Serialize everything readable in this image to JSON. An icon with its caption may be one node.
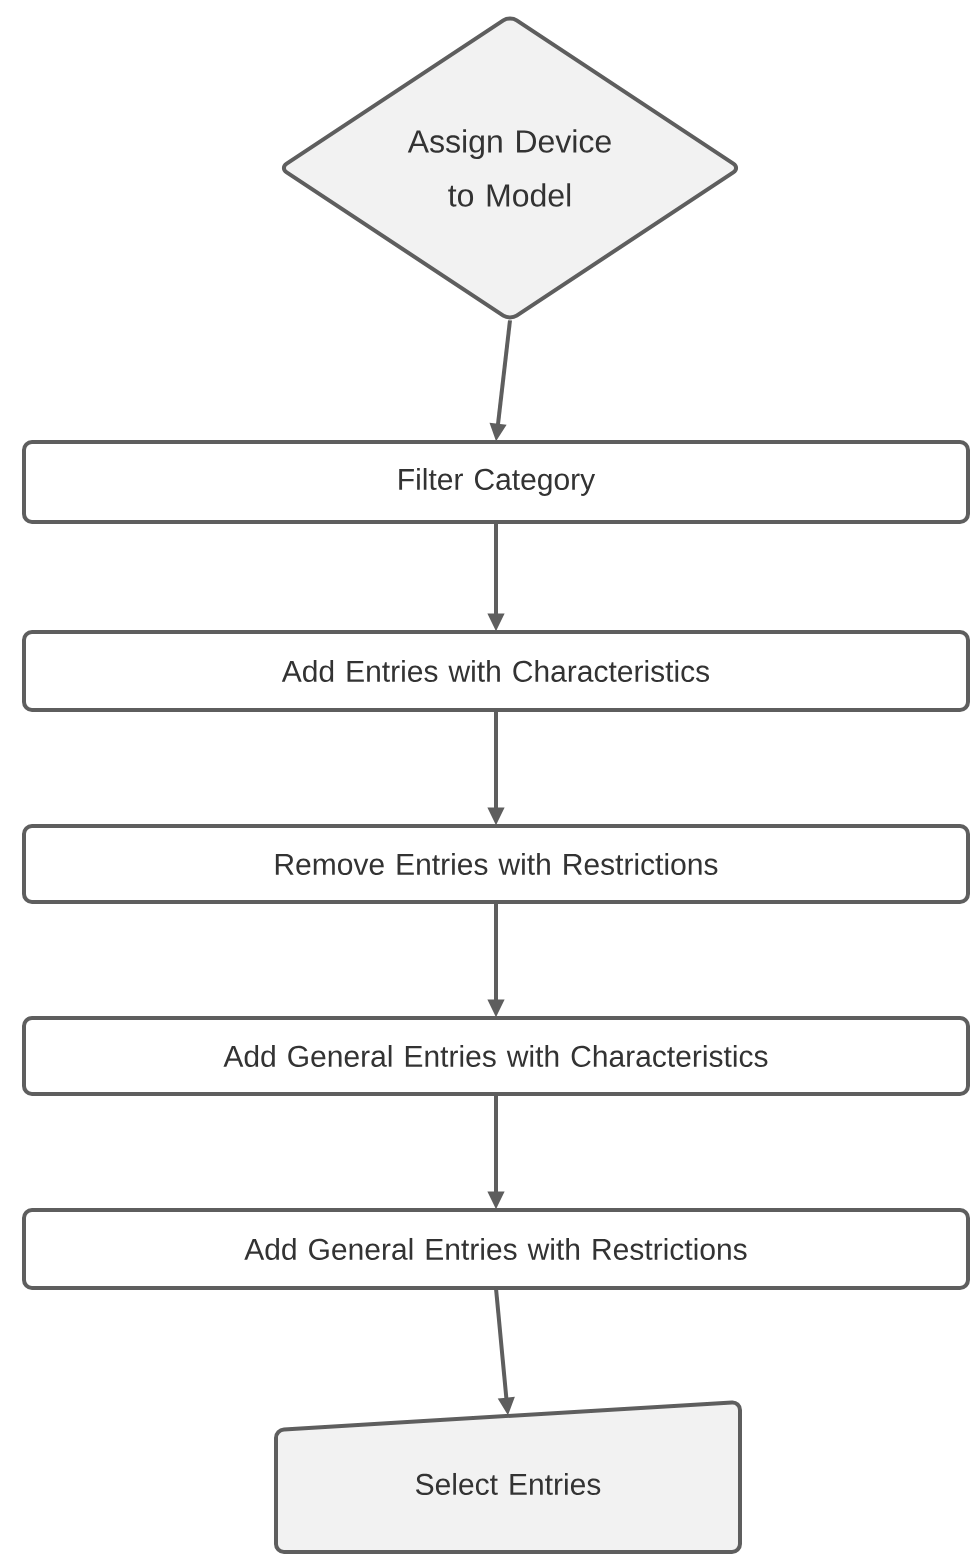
{
  "diagram": {
    "nodes": [
      {
        "text": [
          "Assign Device to Model"
        ]
      },
      {
        "text": [
          "Filter Category"
        ]
      },
      {
        "text": [
          "Add Entries with Characteristics"
        ]
      },
      {
        "text": [
          "Remove Entries with Restrictions"
        ]
      },
      {
        "text": [
          "Add General Entries with Characteristics"
        ]
      },
      {
        "text": [
          "Add General Entries with Restrictions"
        ]
      },
      {
        "text": [
          "Select Entries"
        ]
      }
    ],
    "edges": [
      {
        "from": 0,
        "to": 1,
        "arrow": "to"
      },
      {
        "from": 1,
        "to": 2,
        "arrow": "to"
      },
      {
        "from": 2,
        "to": 3,
        "arrow": "to"
      },
      {
        "from": 3,
        "to": 4,
        "arrow": "to"
      },
      {
        "from": 4,
        "to": 5,
        "arrow": "to"
      },
      {
        "from": 5,
        "to": 6,
        "arrow": "to"
      }
    ]
  }
}
